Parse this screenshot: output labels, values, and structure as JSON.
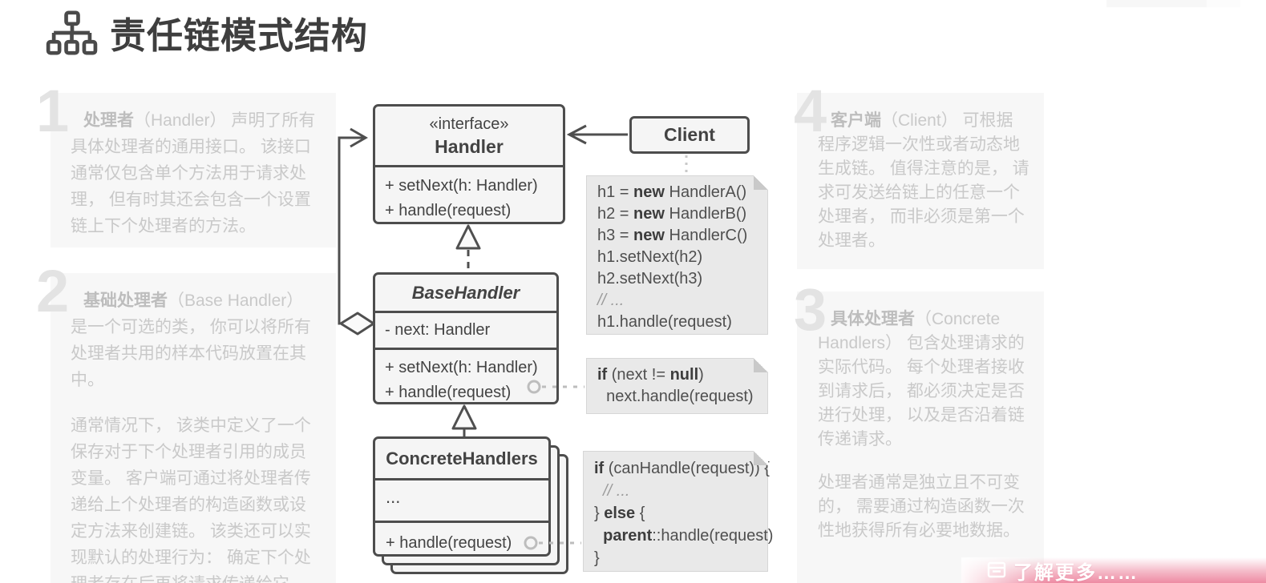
{
  "page": {
    "title": "责任链模式结构"
  },
  "colors": {
    "line": "#4f4f4f",
    "box_bg": "#f5f5f5",
    "panel_bg": "#f7f7f7",
    "panel_text": "#c9c9c9",
    "note_bg": "#e9e9e9",
    "banner_pink": "#ee8ba3"
  },
  "panels": [
    {
      "number": "1",
      "term": "处理者",
      "body": "（Handler） 声明了所有具体处理者的通用接口。 该接口通常仅包含单个方法用于请求处理， 但有时其还会包含一个设置链上下个处理者的方法。"
    },
    {
      "number": "2",
      "term": "基础处理者",
      "body": "（Base Handler） 是一个可选的类， 你可以将所有处理者共用的样本代码放置在其中。",
      "body2": "通常情况下， 该类中定义了一个保存对于下个处理者引用的成员变量。 客户端可通过将处理者传递给上个处理者的构造函数或设定方法来创建链。 该类还可以实现默认的处理行为： 确定下个处理者存在后再将请求传递给它。"
    },
    {
      "number": "3",
      "term": "具体处理者",
      "body": "（Concrete Handlers） 包含处理请求的实际代码。 每个处理者接收到请求后， 都必须决定是否进行处理， 以及是否沿着链传递请求。",
      "body2": "处理者通常是独立且不可变的， 需要通过构造函数一次性地获得所有必要地数据。"
    },
    {
      "number": "4",
      "term": "客户端",
      "body": "（Client） 可根据程序逻辑一次性或者动态地生成链。 值得注意的是， 请求可发送给链上的任意一个处理者， 而非必须是第一个处理者。"
    }
  ],
  "uml": {
    "handler": {
      "stereotype": "«interface»",
      "name": "Handler",
      "methods": [
        "+ setNext(h: Handler)",
        "+ handle(request)"
      ]
    },
    "base_handler": {
      "name": "BaseHandler",
      "fields": [
        "- next: Handler"
      ],
      "methods": [
        "+ setNext(h: Handler)",
        "+ handle(request)"
      ]
    },
    "concrete_handlers": {
      "name": "ConcreteHandlers",
      "fields": [
        "..."
      ],
      "methods": [
        "+ handle(request)"
      ]
    },
    "client": {
      "name": "Client"
    }
  },
  "notes": {
    "client_code": [
      [
        {
          "t": "h1 = "
        },
        {
          "t": "new",
          "b": true
        },
        {
          "t": " HandlerA()"
        }
      ],
      [
        {
          "t": "h2 = "
        },
        {
          "t": "new",
          "b": true
        },
        {
          "t": " HandlerB()"
        }
      ],
      [
        {
          "t": "h3 = "
        },
        {
          "t": "new",
          "b": true
        },
        {
          "t": " HandlerC()"
        }
      ],
      [
        {
          "t": "h1.setNext(h2)"
        }
      ],
      [
        {
          "t": "h2.setNext(h3)"
        }
      ],
      [
        {
          "t": "// ...",
          "i": true
        }
      ],
      [
        {
          "t": "h1.handle(request)"
        }
      ]
    ],
    "base_handle_code": [
      [
        {
          "t": "if",
          "b": true
        },
        {
          "t": " (next != "
        },
        {
          "t": "null",
          "b": true
        },
        {
          "t": ")"
        }
      ],
      [
        {
          "t": "  next.handle(request)"
        }
      ]
    ],
    "concrete_handle_code": [
      [
        {
          "t": "if",
          "b": true
        },
        {
          "t": " (canHandle(request)) {"
        }
      ],
      [
        {
          "t": "  // ...",
          "i": true
        }
      ],
      [
        {
          "t": "} "
        },
        {
          "t": "else",
          "b": true
        },
        {
          "t": " {"
        }
      ],
      [
        {
          "t": "  "
        },
        {
          "t": "parent",
          "b": true
        },
        {
          "t": "::handle(request)"
        }
      ],
      [
        {
          "t": "}"
        }
      ]
    ]
  },
  "banner": {
    "label": "了解更多……"
  }
}
